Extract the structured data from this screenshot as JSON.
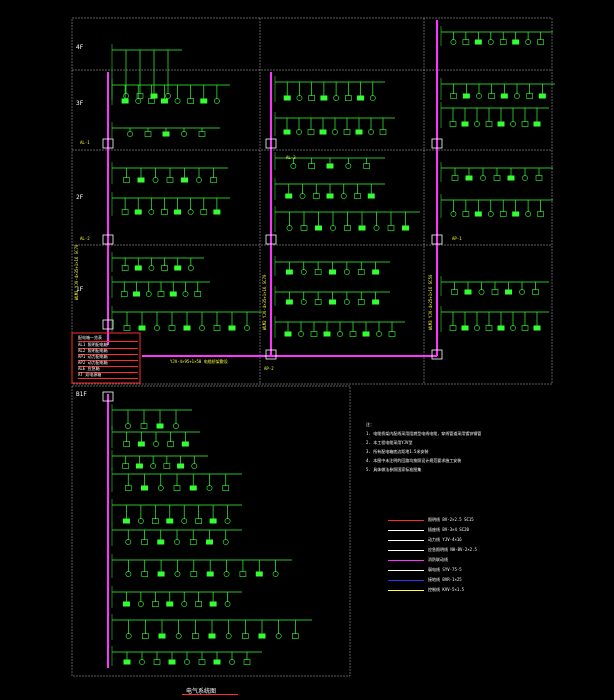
{
  "drawing": {
    "title": "电气系统图",
    "floors": [
      "4F",
      "3F",
      "2F",
      "1F",
      "B1F"
    ],
    "notes_header": "注：",
    "notes": [
      "1. 电缆桥架内配线采用阻燃型电线电缆，穿线管道采用镀锌钢管",
      "2. 本工程电缆采用YJV型",
      "3. 所有配电箱底边距地1.5米安装",
      "4. 本图中未注明的回路均按照设计规范要求施工安装",
      "5. 具体做法参照国家标准图集"
    ],
    "legend": [
      {
        "text": "照明线 BV-2×2.5 SC15",
        "color": "#ff2a2a"
      },
      {
        "text": "插座线 BV-3×4 SC20",
        "color": "#ffffff"
      },
      {
        "text": "动力线 YJV-4×16",
        "color": "#ffffff"
      },
      {
        "text": "应急照明线 NH-BV-2×2.5",
        "color": "#ffffff"
      },
      {
        "text": "消防联动线",
        "color": "#ff33ff"
      },
      {
        "text": "弱电线 SYV-75-5",
        "color": "#ffffff"
      },
      {
        "text": "接地线 BVR-1×25",
        "color": "#3333ff"
      },
      {
        "text": "控制线 KVV-5×1.5",
        "color": "#ffff33"
      }
    ],
    "table": {
      "title": "配电箱一览表",
      "rows": [
        "AL1 照明配电箱",
        "AL2 照明配电箱",
        "AP1 动力配电箱",
        "AP2 动力配电箱",
        "ALE 应急箱",
        "AT 双电源箱"
      ]
    },
    "risers": [
      "WLM1 YJV-4×35+1×16 SC70",
      "WLM2 YJV-4×35+1×16 SC70",
      "WLM3 YJV-4×25+1×16 SC50"
    ],
    "bus_caption": "YJV-4×95+1×50 电缆桥架敷设",
    "panels": [
      "AL-1",
      "AL-2",
      "AL-3",
      "AP-1",
      "AP-2"
    ],
    "colors": {
      "background": "#000000",
      "circuit": "#33ff33",
      "riser": "#ff33ff",
      "frame": "#ffffff",
      "border": "#ff2a2a",
      "text": "#ffffff",
      "caption": "#ffff33"
    }
  }
}
